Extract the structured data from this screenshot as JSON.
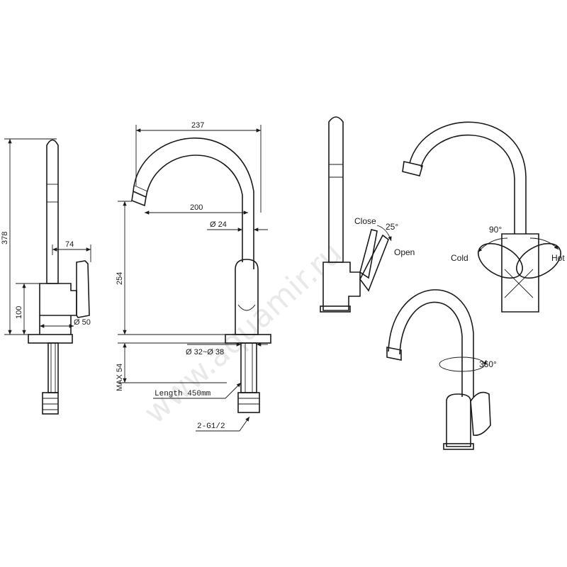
{
  "watermark": "www.aquamir.ru",
  "side_view": {
    "height_total": "378",
    "handle_offset": "74",
    "base_height": "100",
    "base_diameter": "Ø 50"
  },
  "front_view": {
    "width": "237",
    "reach": "200",
    "spout_diameter": "Ø 24",
    "spout_height": "254",
    "hole_diameter": "Ø 32~Ø 38",
    "max_thickness": "MAX 54",
    "hose_length": "Length 450mm",
    "thread": "2-G1/2"
  },
  "lever_view": {
    "close_label": "Close",
    "open_label": "Open",
    "angle": "25°"
  },
  "temp_view": {
    "cold_label": "Cold",
    "hot_label": "Hot",
    "angle": "90°"
  },
  "swivel_view": {
    "rotation": "360°"
  }
}
